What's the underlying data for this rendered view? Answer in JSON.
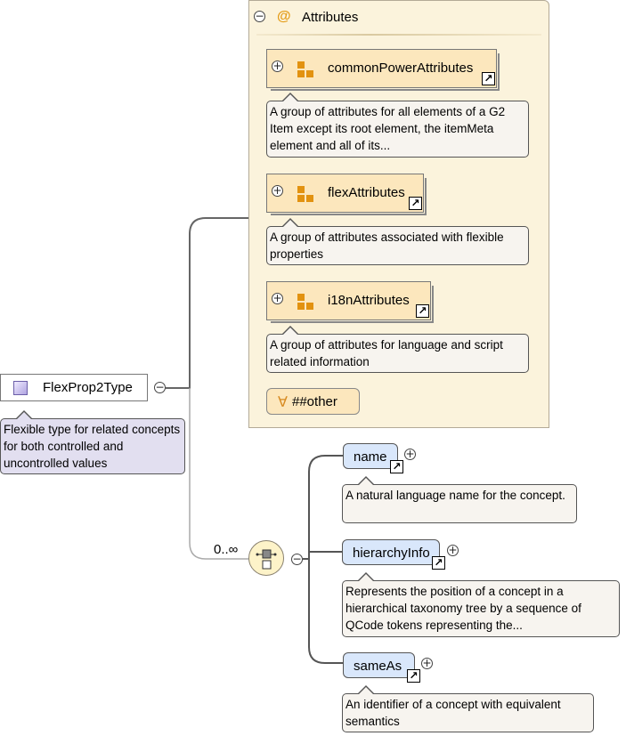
{
  "root": {
    "name": "FlexProp2Type",
    "doc": "Flexible type for related concepts for both controlled and uncontrolled values",
    "icon": "complex-type-icon"
  },
  "attributes": {
    "title": "Attributes",
    "groups": [
      {
        "name": "commonPowerAttributes",
        "doc": "A group of attributes for all elements of a G2 Item except its root element, the itemMeta element and all of its..."
      },
      {
        "name": "flexAttributes",
        "doc": "A group of attributes associated with flexible properties"
      },
      {
        "name": "i18nAttributes",
        "doc": "A group of attributes for language and script related information"
      }
    ],
    "any_attribute": {
      "symbol": "∀",
      "label": "##other"
    }
  },
  "sequence": {
    "occurrence": "0..∞",
    "icon": "sequence-compositor-icon",
    "elements": [
      {
        "name": "name",
        "doc": "A natural language name for the concept."
      },
      {
        "name": "hierarchyInfo",
        "doc": "Represents the position of a concept in a hierarchical taxonomy tree by a sequence of QCode tokens representing the..."
      },
      {
        "name": "sameAs",
        "doc": "An identifier of a concept with equivalent semantics"
      }
    ]
  },
  "symbols": {
    "expand": "+",
    "collapse": "−",
    "link": "↗",
    "at": "@"
  },
  "colors": {
    "attributes_panel": "#fbf3dc",
    "group_box": "#fce7bd",
    "element_box": "#d9e7fb",
    "root_doc": "#e2dff0",
    "doc_note": "#f7f4ef",
    "group_icon": "#e29210",
    "connector": "#555555"
  }
}
